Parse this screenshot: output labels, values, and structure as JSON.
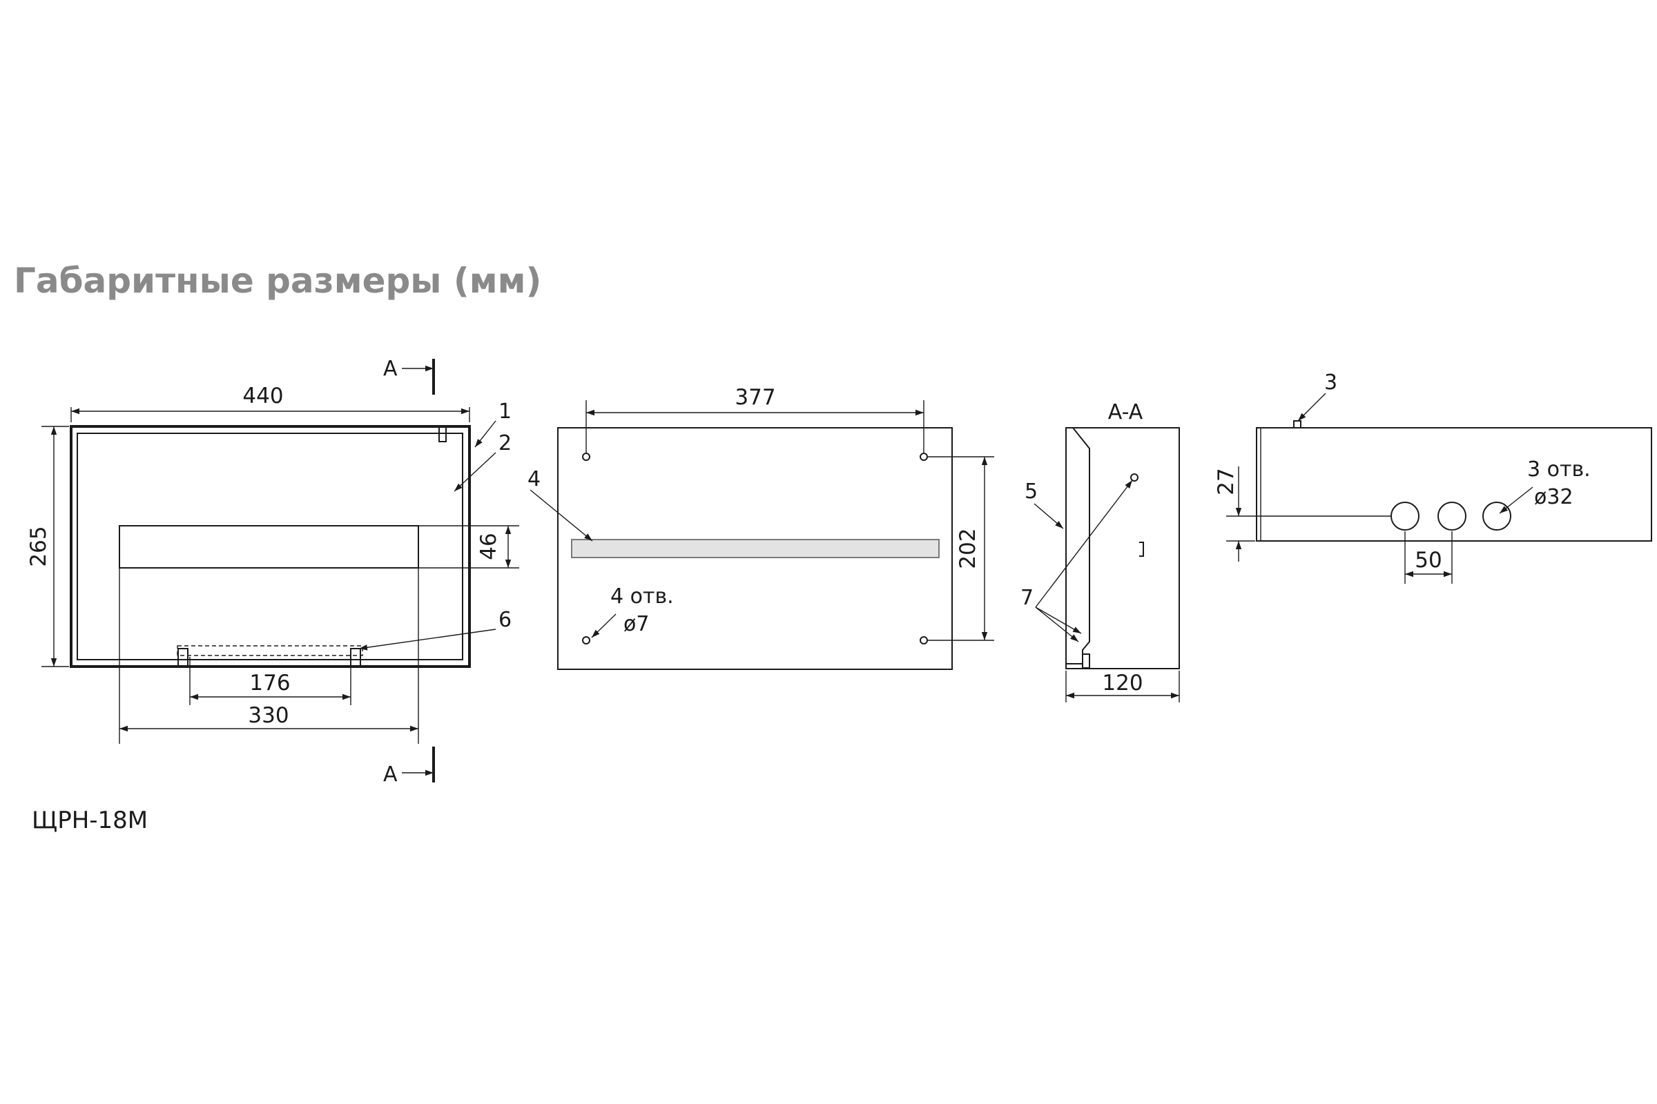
{
  "title": "Габаритные размеры (мм)",
  "model": "ЩРН-18М",
  "front_view": {
    "width": "440",
    "height": "265",
    "window_height": "46",
    "rail_span": "176",
    "window_span": "330",
    "section_mark": "A",
    "callouts": [
      "1",
      "2",
      "6"
    ]
  },
  "back_view": {
    "hole_spacing_h": "377",
    "hole_spacing_v": "202",
    "holes_count": "4 отв.",
    "holes_dia": "ø7",
    "callout": "4"
  },
  "section_view": {
    "label": "A-A",
    "depth": "120",
    "callouts": [
      "5",
      "7"
    ]
  },
  "side_view": {
    "offset": "27",
    "hole_pitch": "50",
    "holes_count": "3 отв.",
    "holes_dia": "ø32",
    "callout": "3"
  }
}
